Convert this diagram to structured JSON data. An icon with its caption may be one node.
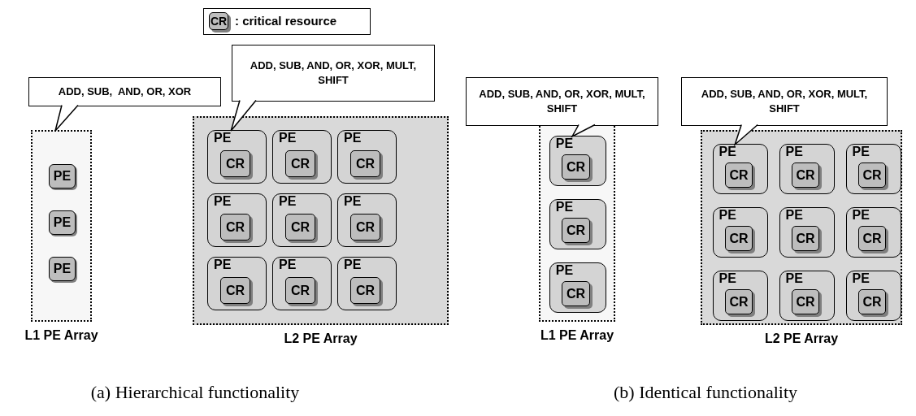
{
  "diagram": {
    "nodes": [
      {
        "text": [
          "ADD, SUB,  AND, OR, XOR"
        ]
      },
      {
        "text": [
          "L1 PE Array"
        ]
      },
      {
        "text": [
          "PE"
        ],
        "in": 1
      },
      {
        "text": [
          "PE"
        ],
        "in": 1
      },
      {
        "text": [
          "PE"
        ],
        "in": 1
      },
      {
        "text": [
          "ADD, SUB, AND, OR, XOR, MULT, SHIFT"
        ]
      },
      {
        "text": [
          "L2 PE Array"
        ]
      },
      {
        "text": [
          "PE"
        ],
        "in": 6
      },
      {
        "text": [
          "CR"
        ],
        "in": 7
      },
      {
        "text": [
          "PE"
        ],
        "in": 6
      },
      {
        "text": [
          "CR"
        ],
        "in": 9
      },
      {
        "text": [
          "PE"
        ],
        "in": 6
      },
      {
        "text": [
          "CR"
        ],
        "in": 11
      },
      {
        "text": [
          "PE"
        ],
        "in": 6
      },
      {
        "text": [
          "CR"
        ],
        "in": 13
      },
      {
        "text": [
          "PE"
        ],
        "in": 6
      },
      {
        "text": [
          "CR"
        ],
        "in": 15
      },
      {
        "text": [
          "PE"
        ],
        "in": 6
      },
      {
        "text": [
          "CR"
        ],
        "in": 17
      },
      {
        "text": [
          "PE"
        ],
        "in": 6
      },
      {
        "text": [
          "CR"
        ],
        "in": 19
      },
      {
        "text": [
          "PE"
        ],
        "in": 6
      },
      {
        "text": [
          "CR"
        ],
        "in": 21
      },
      {
        "text": [
          "PE"
        ],
        "in": 6
      },
      {
        "text": [
          "CR"
        ],
        "in": 23
      },
      {
        "text": [
          "ADD, SUB, AND, OR, XOR, MULT, SHIFT"
        ]
      },
      {
        "text": [
          "L1 PE Array"
        ]
      },
      {
        "text": [
          "PE"
        ],
        "in": 26
      },
      {
        "text": [
          "CR"
        ],
        "in": 27
      },
      {
        "text": [
          "PE"
        ],
        "in": 26
      },
      {
        "text": [
          "CR"
        ],
        "in": 29
      },
      {
        "text": [
          "PE"
        ],
        "in": 26
      },
      {
        "text": [
          "CR"
        ],
        "in": 31
      },
      {
        "text": [
          "ADD, SUB, AND, OR, XOR, MULT, SHIFT"
        ]
      },
      {
        "text": [
          "L2 PE Array"
        ]
      },
      {
        "text": [
          "PE"
        ],
        "in": 34
      },
      {
        "text": [
          "CR"
        ],
        "in": 35
      },
      {
        "text": [
          "PE"
        ],
        "in": 34
      },
      {
        "text": [
          "CR"
        ],
        "in": 37
      },
      {
        "text": [
          "PE"
        ],
        "in": 34
      },
      {
        "text": [
          "CR"
        ],
        "in": 39
      },
      {
        "text": [
          "PE"
        ],
        "in": 34
      },
      {
        "text": [
          "CR"
        ],
        "in": 41
      },
      {
        "text": [
          "PE"
        ],
        "in": 34
      },
      {
        "text": [
          "CR"
        ],
        "in": 43
      },
      {
        "text": [
          "PE"
        ],
        "in": 34
      },
      {
        "text": [
          "CR"
        ],
        "in": 45
      },
      {
        "text": [
          "PE"
        ],
        "in": 34
      },
      {
        "text": [
          "CR"
        ],
        "in": 47
      },
      {
        "text": [
          "PE"
        ],
        "in": 34
      },
      {
        "text": [
          "CR"
        ],
        "in": 49
      },
      {
        "text": [
          "PE"
        ],
        "in": 34
      },
      {
        "text": [
          "CR"
        ],
        "in": 51
      }
    ],
    "edges": [
      {
        "from": 0,
        "to": 1,
        "arrow": "to"
      },
      {
        "from": 5,
        "to": 7,
        "arrow": "to"
      },
      {
        "from": 25,
        "to": 27,
        "arrow": "to"
      },
      {
        "from": 33,
        "to": 35,
        "arrow": "to"
      }
    ],
    "labels": [
      "CR",
      "(a) Hierarchical functionality",
      "(b) Identical functionality"
    ],
    "legend": [
      {
        "text": ": critical resource"
      }
    ]
  }
}
